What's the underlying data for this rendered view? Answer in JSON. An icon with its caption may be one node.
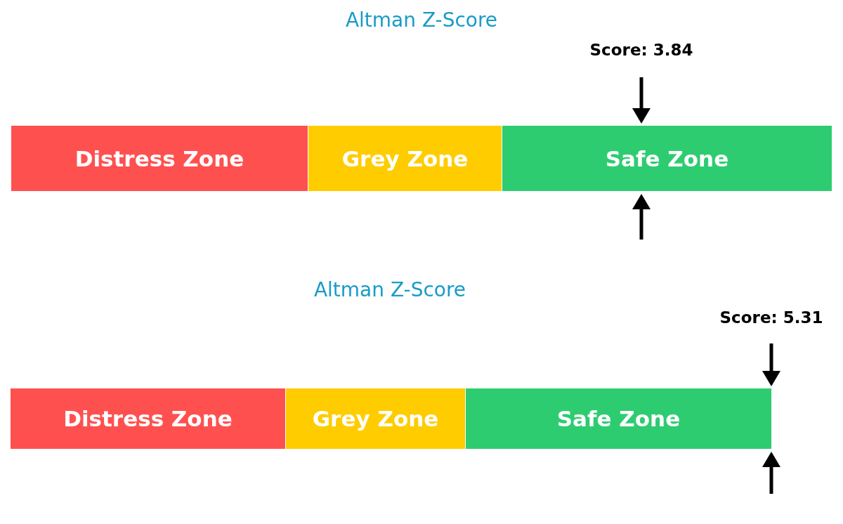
{
  "diagram": {
    "nodes": [
      {
        "text": [
          "Distress Zone"
        ]
      },
      {
        "text": [
          "Grey Zone"
        ]
      },
      {
        "text": [
          "Safe Zone"
        ]
      },
      {
        "text": [
          "Distress Zone"
        ]
      },
      {
        "text": [
          "Grey Zone"
        ]
      },
      {
        "text": [
          "Safe Zone"
        ]
      }
    ],
    "labels": [
      "Altman Z-Score",
      "Score: 3.84",
      "Altman Z-Score",
      "Score: 5.31"
    ]
  }
}
